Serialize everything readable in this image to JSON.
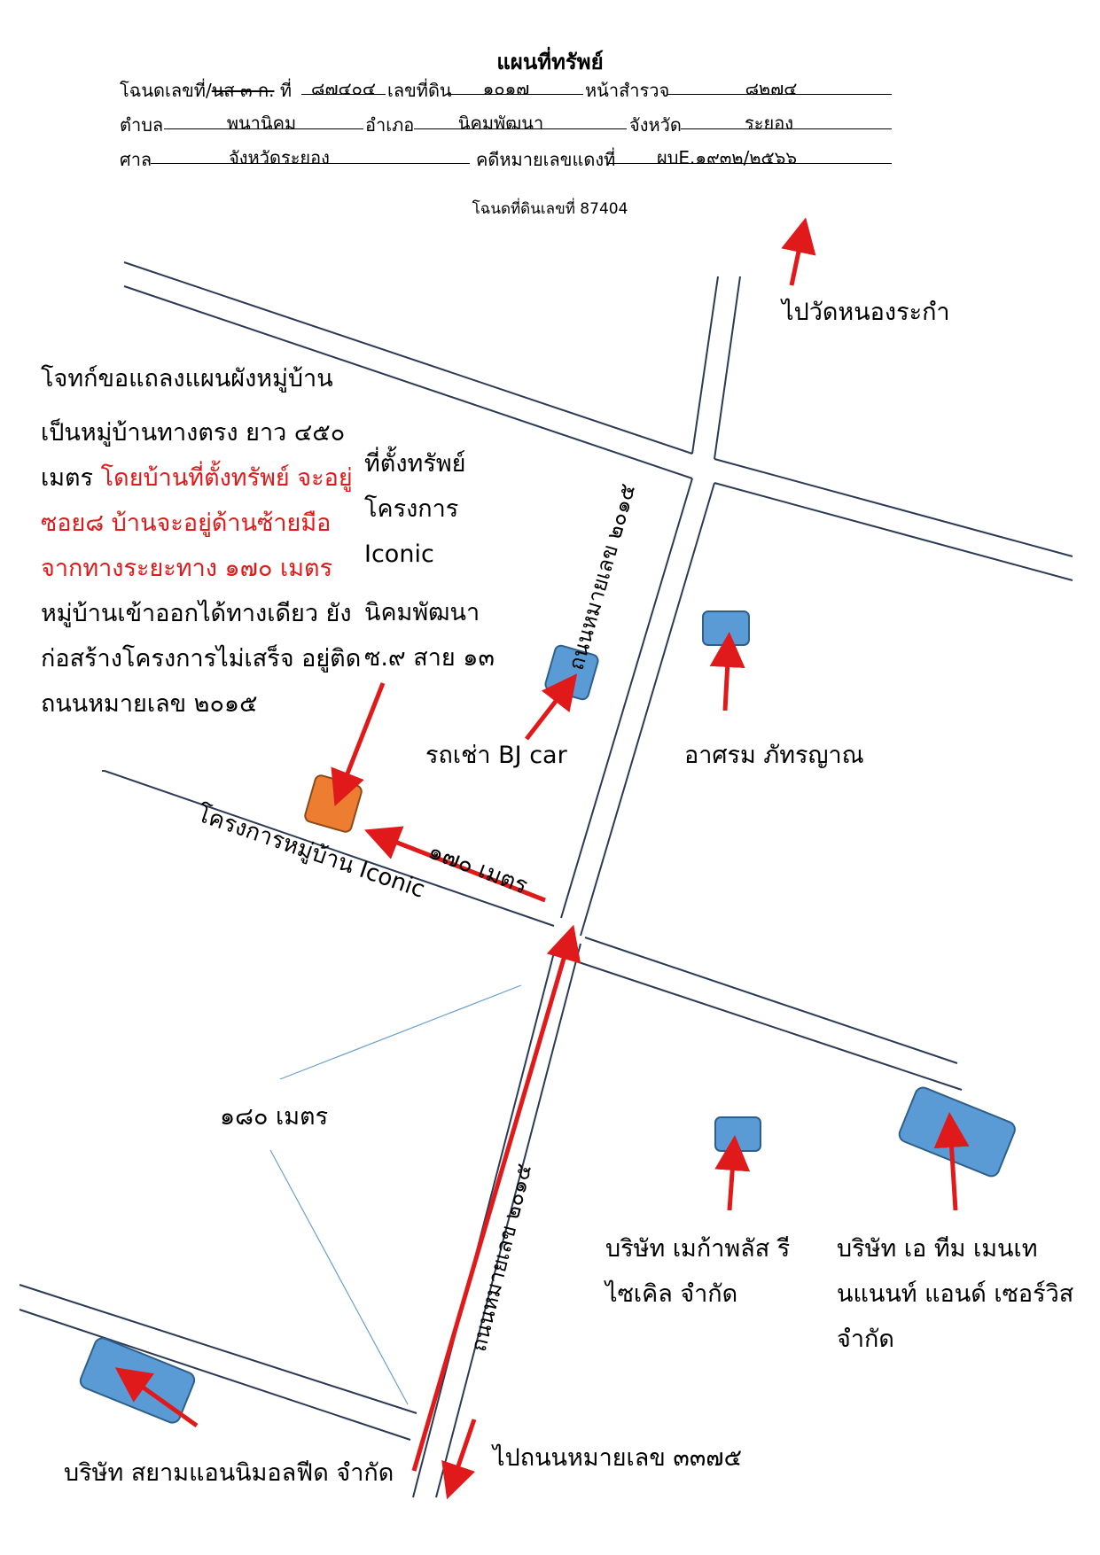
{
  "header": {
    "title": "แผนที่ทรัพย์",
    "deed_label": "โฉนดเลขที่/",
    "deed_struck": "นส ๓ ก.",
    "no_label": "ที่",
    "deed_no": "๘๗๔๐๔",
    "land_no_label": "เลขที่ดิน",
    "land_no": "๑๐๑๗",
    "survey_page_label": "หน้าสำรวจ",
    "survey_page": "๘๒๗๔",
    "subdistrict_label": "ตำบล",
    "subdistrict": "พนานิคม",
    "district_label": "อำเภอ",
    "district": "นิคมพัฒนา",
    "province_label": "จังหวัด",
    "province": "ระยอง",
    "court_label": "ศาล",
    "court": "จังหวัดระยอง",
    "case_label": "คดีหมายเลขแดงที่",
    "case_no": "ผบE.๑๙๓๒/๒๕๖๖",
    "subtitle": "โฉนดที่ดินเลขที่ 87404"
  },
  "description": {
    "line1": "โจทก์ขอแถลงแผนผังหมู่บ้าน",
    "p1": "เป็นหมู่บ้านทางตรง ยาว ๔๕๐ เมตร ",
    "p2_red": "โดยบ้านที่ตั้งทรัพย์ จะอยู่ซอย๘ บ้านจะอยู่ด้านซ้ายมือจากทางระยะทาง ๑๗๐ เมตร",
    "p3": " หมู่บ้านเข้าออกได้ทางเดียว ยังก่อสร้างโครงการไม่เสร็จ อยู่ติด ถนนหมายเลข ๒๐๑๕"
  },
  "property_block": {
    "l1": "ที่ตั้งทรัพย์",
    "l2": "โครงการ",
    "l3": "Iconic",
    "l4": "นิคมพัฒนา",
    "l5": "ซ.๙ สาย ๑๓"
  },
  "labels": {
    "to_temple": "ไปวัดหนองระกำ",
    "road_upper": "ถนนหมายเลข ๒๐๑๕",
    "road_lower": "ถนนหมายเลข ๒๐๑๕",
    "village_road": "โครงการหมู่บ้าน Iconic",
    "dist_170": "๑๗๐ เมตร",
    "dist_180": "๑๘๐ เมตร",
    "car_rental": "รถเช่า BJ car",
    "dormitory": "อาศรม ภัทรญาณ",
    "megaplus_1": "บริษัท เมก้าพลัส รี",
    "megaplus_2": "ไซเคิล จำกัด",
    "ateam_1": "บริษัท เอ ทีม เมนเท",
    "ateam_2": "นแนนท์ แอนด์ เซอร์วิส",
    "ateam_3": "จำกัด",
    "siam_animal": "บริษัท สยามแอนนิมอลฟีด จำกัด",
    "to_road_375": "ไปถนนหมายเลข ๓๓๗๕"
  },
  "colors": {
    "road_line": "#2b3a55",
    "arrow": "#e01a1a",
    "building": "#5b9bd5",
    "building_edge": "#2e5f8a",
    "property": "#ed7d31",
    "property_edge": "#8a4a1a",
    "thin_line": "#6a9fd0"
  }
}
